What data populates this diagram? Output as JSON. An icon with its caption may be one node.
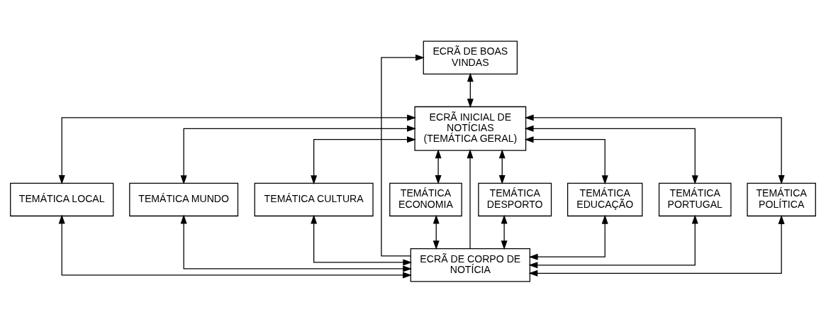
{
  "diagram": {
    "nodes": [
      {
        "text": [
          "ECRÃ DE BOAS VINDAS"
        ]
      },
      {
        "text": [
          "ECRÃ INICIAL DE NOTÍCIAS (TEMÁTICA GERAL)"
        ]
      },
      {
        "text": [
          "TEMÁTICA LOCAL"
        ]
      },
      {
        "text": [
          "TEMÁTICA MUNDO"
        ]
      },
      {
        "text": [
          "TEMÁTICA CULTURA"
        ]
      },
      {
        "text": [
          "TEMÁTICA ECONOMIA"
        ]
      },
      {
        "text": [
          "TEMÁTICA DESPORTO"
        ]
      },
      {
        "text": [
          "TEMÁTICA EDUCAÇÃO"
        ]
      },
      {
        "text": [
          "TEMÁTICA PORTUGAL"
        ]
      },
      {
        "text": [
          "TEMÁTICA POLÍTICA"
        ]
      },
      {
        "text": [
          "ECRÃ DE CORPO DE NOTÍCIA"
        ]
      }
    ],
    "edges": [
      {
        "from": 0,
        "to": 1,
        "arrow": "both"
      },
      {
        "from": 1,
        "to": 2,
        "arrow": "both"
      },
      {
        "from": 1,
        "to": 3,
        "arrow": "both"
      },
      {
        "from": 1,
        "to": 4,
        "arrow": "both"
      },
      {
        "from": 1,
        "to": 5,
        "arrow": "both"
      },
      {
        "from": 1,
        "to": 6,
        "arrow": "both"
      },
      {
        "from": 1,
        "to": 7,
        "arrow": "both"
      },
      {
        "from": 1,
        "to": 8,
        "arrow": "both"
      },
      {
        "from": 1,
        "to": 9,
        "arrow": "both"
      },
      {
        "from": 2,
        "to": 10,
        "arrow": "both"
      },
      {
        "from": 3,
        "to": 10,
        "arrow": "both"
      },
      {
        "from": 4,
        "to": 10,
        "arrow": "both"
      },
      {
        "from": 5,
        "to": 10,
        "arrow": "both"
      },
      {
        "from": 6,
        "to": 10,
        "arrow": "both"
      },
      {
        "from": 7,
        "to": 10,
        "arrow": "both"
      },
      {
        "from": 8,
        "to": 10,
        "arrow": "both"
      },
      {
        "from": 9,
        "to": 10,
        "arrow": "both"
      },
      {
        "from": 10,
        "to": 1,
        "arrow": "to"
      },
      {
        "from": 10,
        "to": 0,
        "arrow": "to"
      }
    ]
  }
}
